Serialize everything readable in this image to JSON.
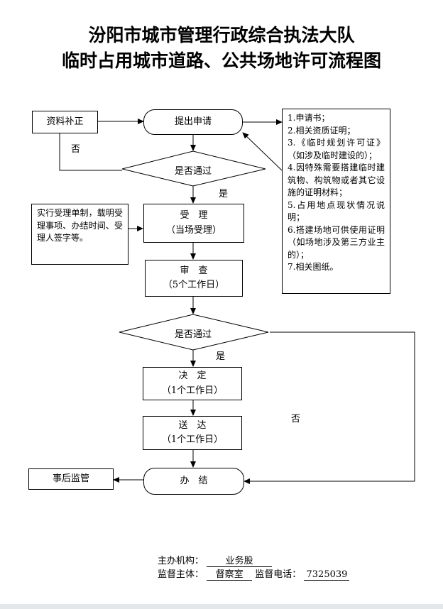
{
  "title": {
    "line1": "汾阳市城市管理行政综合执法大队",
    "line2": "临时占用城市道路、公共场地许可流程图"
  },
  "nodes": {
    "supplement": "资料补正",
    "apply": "提出申请",
    "check1": "是否通过",
    "accept_line1": "受　理",
    "accept_line2": "（当场受理）",
    "review_line1": "审　查",
    "review_line2": "（5个工作日）",
    "check2": "是否通过",
    "decide_line1": "决　定",
    "decide_line2": "（1个工作日）",
    "deliver_line1": "送　达",
    "deliver_line2": "（1个工作日）",
    "finish": "办　结",
    "post_supervise": "事后监管"
  },
  "labels": {
    "no1": "否",
    "yes1": "是",
    "yes2": "是",
    "no2": "否"
  },
  "accept_note": "实行受理单制，载明受理事项、办结时间、受理人签字等。",
  "materials": [
    "1.申请书；",
    "2.相关资质证明；",
    "3.《临时规划许可证》（如涉及临时建设的）；",
    "4.因特殊需要搭建临时建筑物、构筑物或者其它设施的证明材料；",
    "5.占用地点现状情况说明；",
    "6.搭建场地可供使用证明（如场地涉及第三方业主的）；",
    "7.相关图纸。"
  ],
  "footer": {
    "org_label": "主办机构：",
    "org_value": "业务股",
    "supervisor_label": "监督主体：",
    "supervisor_value": "督察室",
    "phone_label": "监督电话：",
    "phone_value": "7325039"
  }
}
